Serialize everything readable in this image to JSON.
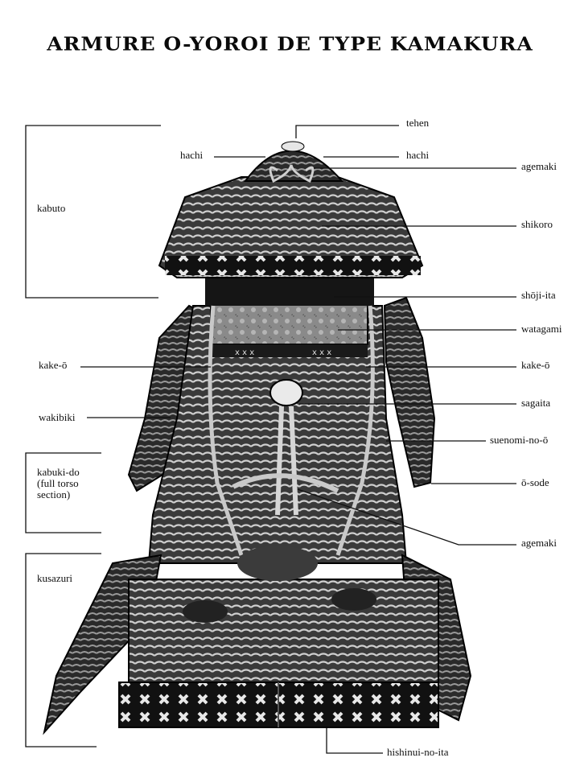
{
  "title": "ARMURE O-YOROI DE TYPE KAMAKURA",
  "labels": {
    "tehen": "tehen",
    "hachi_left": "hachi",
    "hachi_right": "hachi",
    "agemaki_top": "agemaki",
    "kabuto": "kabuto",
    "shikoro": "shikoro",
    "shoji_ita": "shōji-ita",
    "watagami": "watagami",
    "kake_o_left": "kake-ō",
    "kake_o_right": "kake-ō",
    "wakibiki": "wakibiki",
    "sagaita": "sagaita",
    "suenomi_no_o": "suenomi-no-ō",
    "kabuki_do": "kabuki-do\n(full torso\nsection)",
    "o_sode": "ō-sode",
    "agemaki_bottom": "agemaki",
    "kusazuri": "kusazuri",
    "hishinui_no_ita": "hishinui-no-ita"
  },
  "colors": {
    "ink": "#111111",
    "armor_dark": "#1a1a1a",
    "armor_mid": "#4a4a4a",
    "lacing_light": "#bdbdbd",
    "background": "#ffffff"
  }
}
